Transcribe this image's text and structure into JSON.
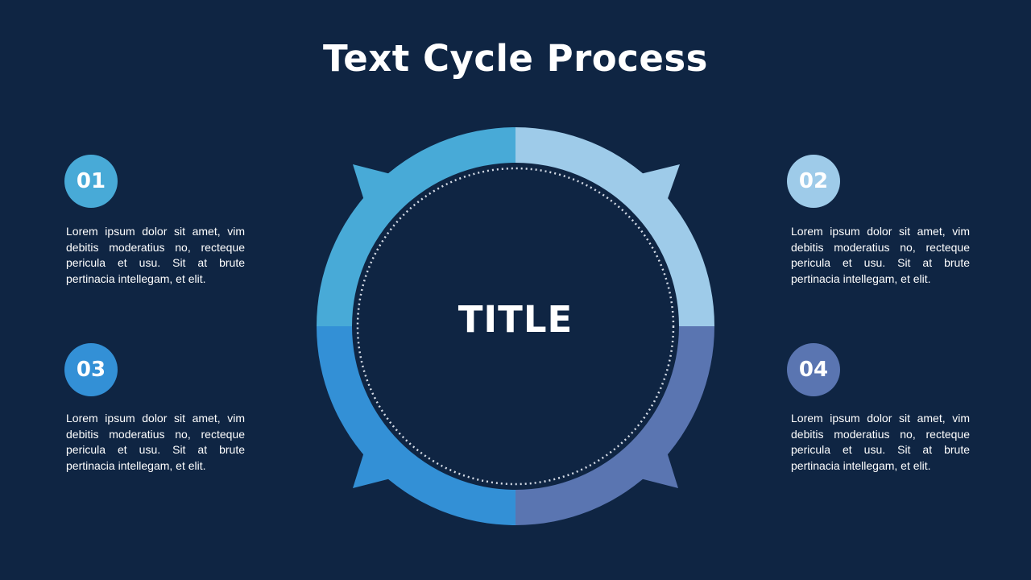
{
  "title": "Text Cycle Process",
  "center_title": "TITLE",
  "colors": {
    "background": "#0f2543",
    "step1": "#48aad7",
    "step2": "#9ecbe9",
    "step3": "#3390d6",
    "step4": "#5a75b1"
  },
  "steps": [
    {
      "number": "01",
      "text": "Lorem ipsum dolor sit amet, vim debitis moderatius no, recteque pericula et usu. Sit at brute pertinacia intellegam, et elit."
    },
    {
      "number": "02",
      "text": "Lorem ipsum dolor sit amet, vim debitis moderatius no, recteque pericula et usu. Sit at brute pertinacia intellegam, et elit."
    },
    {
      "number": "03",
      "text": "Lorem ipsum dolor sit amet, vim debitis moderatius no, recteque pericula et usu. Sit at brute pertinacia intellegam, et elit."
    },
    {
      "number": "04",
      "text": "Lorem ipsum dolor sit amet, vim debitis moderatius no, recteque pericula et usu. Sit at brute pertinacia intellegam, et elit."
    }
  ]
}
